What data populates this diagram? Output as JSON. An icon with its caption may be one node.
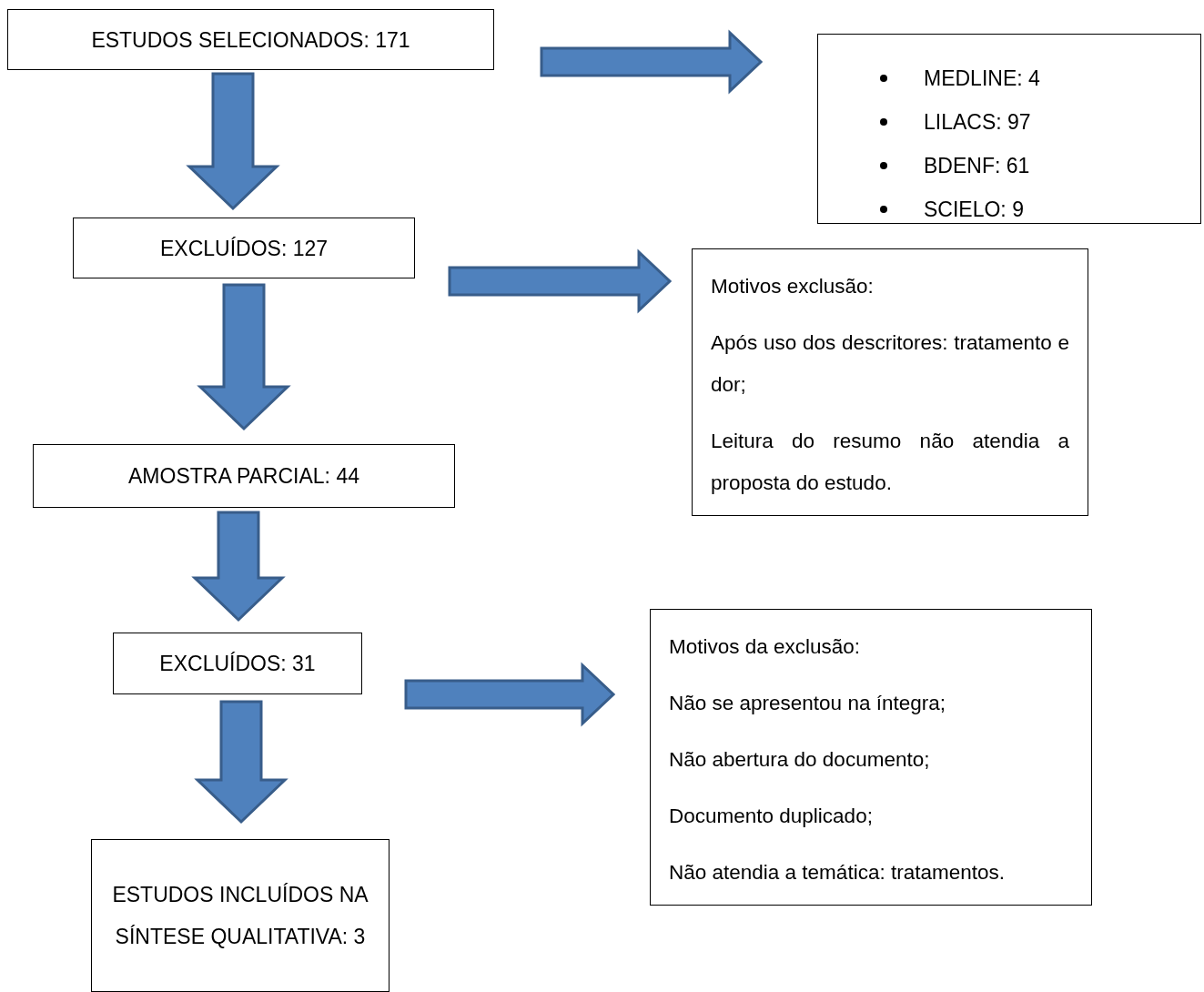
{
  "diagram": {
    "nodes": [
      {
        "text": [
          "ESTUDOS SELECIONADOS: 171"
        ]
      },
      {
        "text": [
          "MEDLINE: 4",
          "LILACS: 97",
          "BDENF: 61",
          "SCIELO: 9"
        ]
      },
      {
        "text": [
          "EXCLUÍDOS: 127"
        ]
      },
      {
        "text": [
          "Motivos exclusão:",
          "Após uso dos descritores: tratamento e dor;",
          "Leitura do resumo não atendia a proposta do estudo."
        ]
      },
      {
        "text": [
          "AMOSTRA PARCIAL: 44"
        ]
      },
      {
        "text": [
          "EXCLUÍDOS: 31"
        ]
      },
      {
        "text": [
          "Motivos da exclusão:",
          "Não se apresentou na íntegra;",
          "Não abertura do documento;",
          "Documento duplicado;",
          "Não atendia a temática: tratamentos."
        ]
      },
      {
        "text": [
          "ESTUDOS INCLUÍDOS NA SÍNTESE QUALITATIVA:  3"
        ]
      }
    ],
    "edges": [
      {
        "from": 0,
        "to": 1,
        "arrow": "to",
        "style": "thick"
      },
      {
        "from": 0,
        "to": 2,
        "arrow": "to",
        "style": "thick"
      },
      {
        "from": 2,
        "to": 3,
        "arrow": "to",
        "style": "thick"
      },
      {
        "from": 2,
        "to": 4,
        "arrow": "to",
        "style": "thick"
      },
      {
        "from": 4,
        "to": 5,
        "arrow": "to",
        "style": "thick"
      },
      {
        "from": 5,
        "to": 6,
        "arrow": "to",
        "style": "thick"
      },
      {
        "from": 5,
        "to": 7,
        "arrow": "to",
        "style": "thick"
      }
    ]
  }
}
